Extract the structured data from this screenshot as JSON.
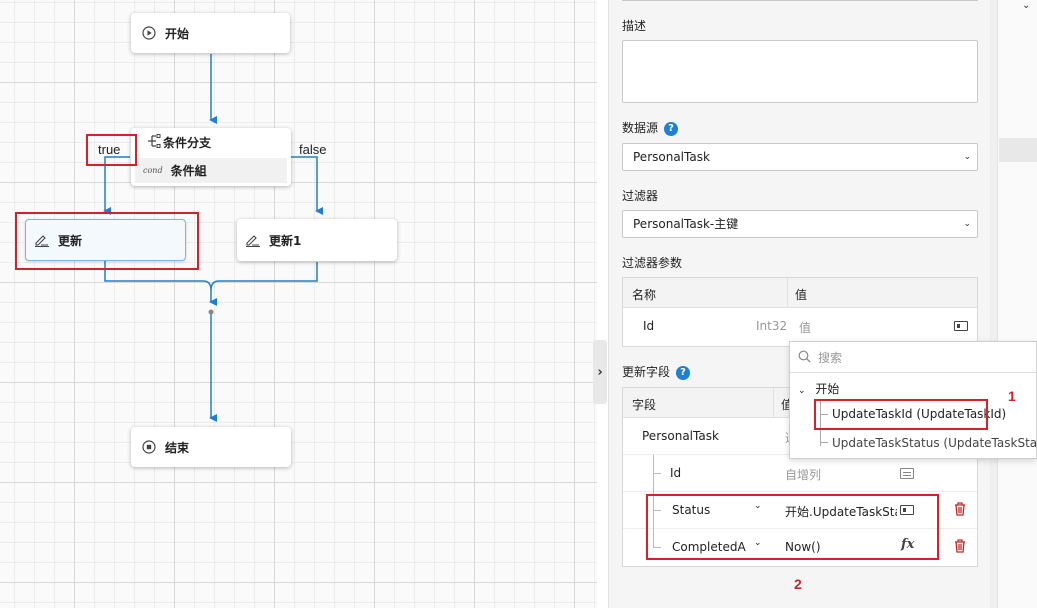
{
  "canvas": {
    "nodes": {
      "start": "开始",
      "condition_branch": "条件分支",
      "condition_group_tag": "cond",
      "condition_group": "条件組",
      "update": "更新",
      "update1": "更新1",
      "end": "结束"
    },
    "edges": {
      "true_label": "true",
      "false_label": "false"
    }
  },
  "panel": {
    "description_label": "描述",
    "description_value": "",
    "datasource_label": "数据源",
    "datasource_value": "PersonalTask",
    "filter_label": "过滤器",
    "filter_value": "PersonalTask-主键",
    "filter_params_label": "过滤器参数",
    "filter_params_table": {
      "headers": [
        "名称",
        "值"
      ],
      "rows": [
        {
          "name": "Id",
          "type": "Int32",
          "value_placeholder": "值"
        }
      ]
    },
    "update_fields_label": "更新字段",
    "update_fields_table": {
      "headers": [
        "字段",
        "值"
      ],
      "group": "PersonalTask",
      "group_value": "选",
      "rows": [
        {
          "field": "Id",
          "value": "自增列"
        },
        {
          "field": "Status",
          "value": "开始.UpdateTaskStatu"
        },
        {
          "field": "CompletedA",
          "value": "Now()",
          "value_icon": "fx"
        }
      ]
    }
  },
  "dropdown": {
    "search_placeholder": "搜索",
    "group": "开始",
    "items": [
      "UpdateTaskId (UpdateTaskId)",
      "UpdateTaskStatus (UpdateTaskStatus)"
    ]
  },
  "annotations": {
    "marker_1": "1",
    "marker_2": "2"
  },
  "colors": {
    "accent": "#1e7fd8",
    "annotation_red": "#d6202a",
    "edge_blue": "#1f7fd0"
  }
}
